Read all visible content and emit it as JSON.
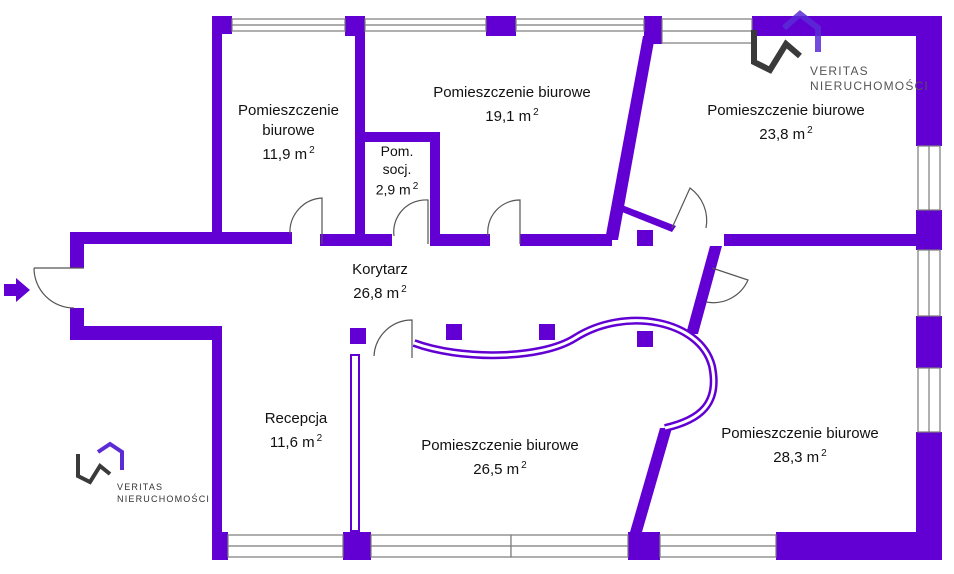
{
  "colors": {
    "wall": "#6200d4",
    "window_frame": "#7a7a7a",
    "door_line": "#555555",
    "logo_dark": "#3a3a3a",
    "logo_accent": "#5b2bd6"
  },
  "icons": [
    "entrance-arrow-icon",
    "veritas-logo-icon",
    "door-swing-icon"
  ],
  "rooms": {
    "office_11_9": {
      "name": "Pomieszczenie\nbiurowe",
      "area": "11,9 m",
      "unit_sup": "2"
    },
    "office_19_1": {
      "name": "Pomieszczenie biurowe",
      "area": "19,1 m",
      "unit_sup": "2"
    },
    "office_23_8": {
      "name": "Pomieszczenie biurowe",
      "area": "23,8 m",
      "unit_sup": "2"
    },
    "social": {
      "name": "Pom.\nsocj.",
      "area": "2,9 m",
      "unit_sup": "2"
    },
    "corridor": {
      "name": "Korytarz",
      "area": "26,8 m",
      "unit_sup": "2"
    },
    "reception": {
      "name": "Recepcja",
      "area": "11,6 m",
      "unit_sup": "2"
    },
    "office_26_5": {
      "name": "Pomieszczenie biurowe",
      "area": "26,5 m",
      "unit_sup": "2"
    },
    "office_28_3": {
      "name": "Pomieszczenie biurowe",
      "area": "28,3 m",
      "unit_sup": "2"
    }
  },
  "logos": {
    "main": {
      "line1": "VERITAS",
      "line2": "NIERUCHOMOŚCI"
    },
    "small": {
      "line1": "VERITAS",
      "line2": "NIERUCHOMOŚCI"
    }
  }
}
